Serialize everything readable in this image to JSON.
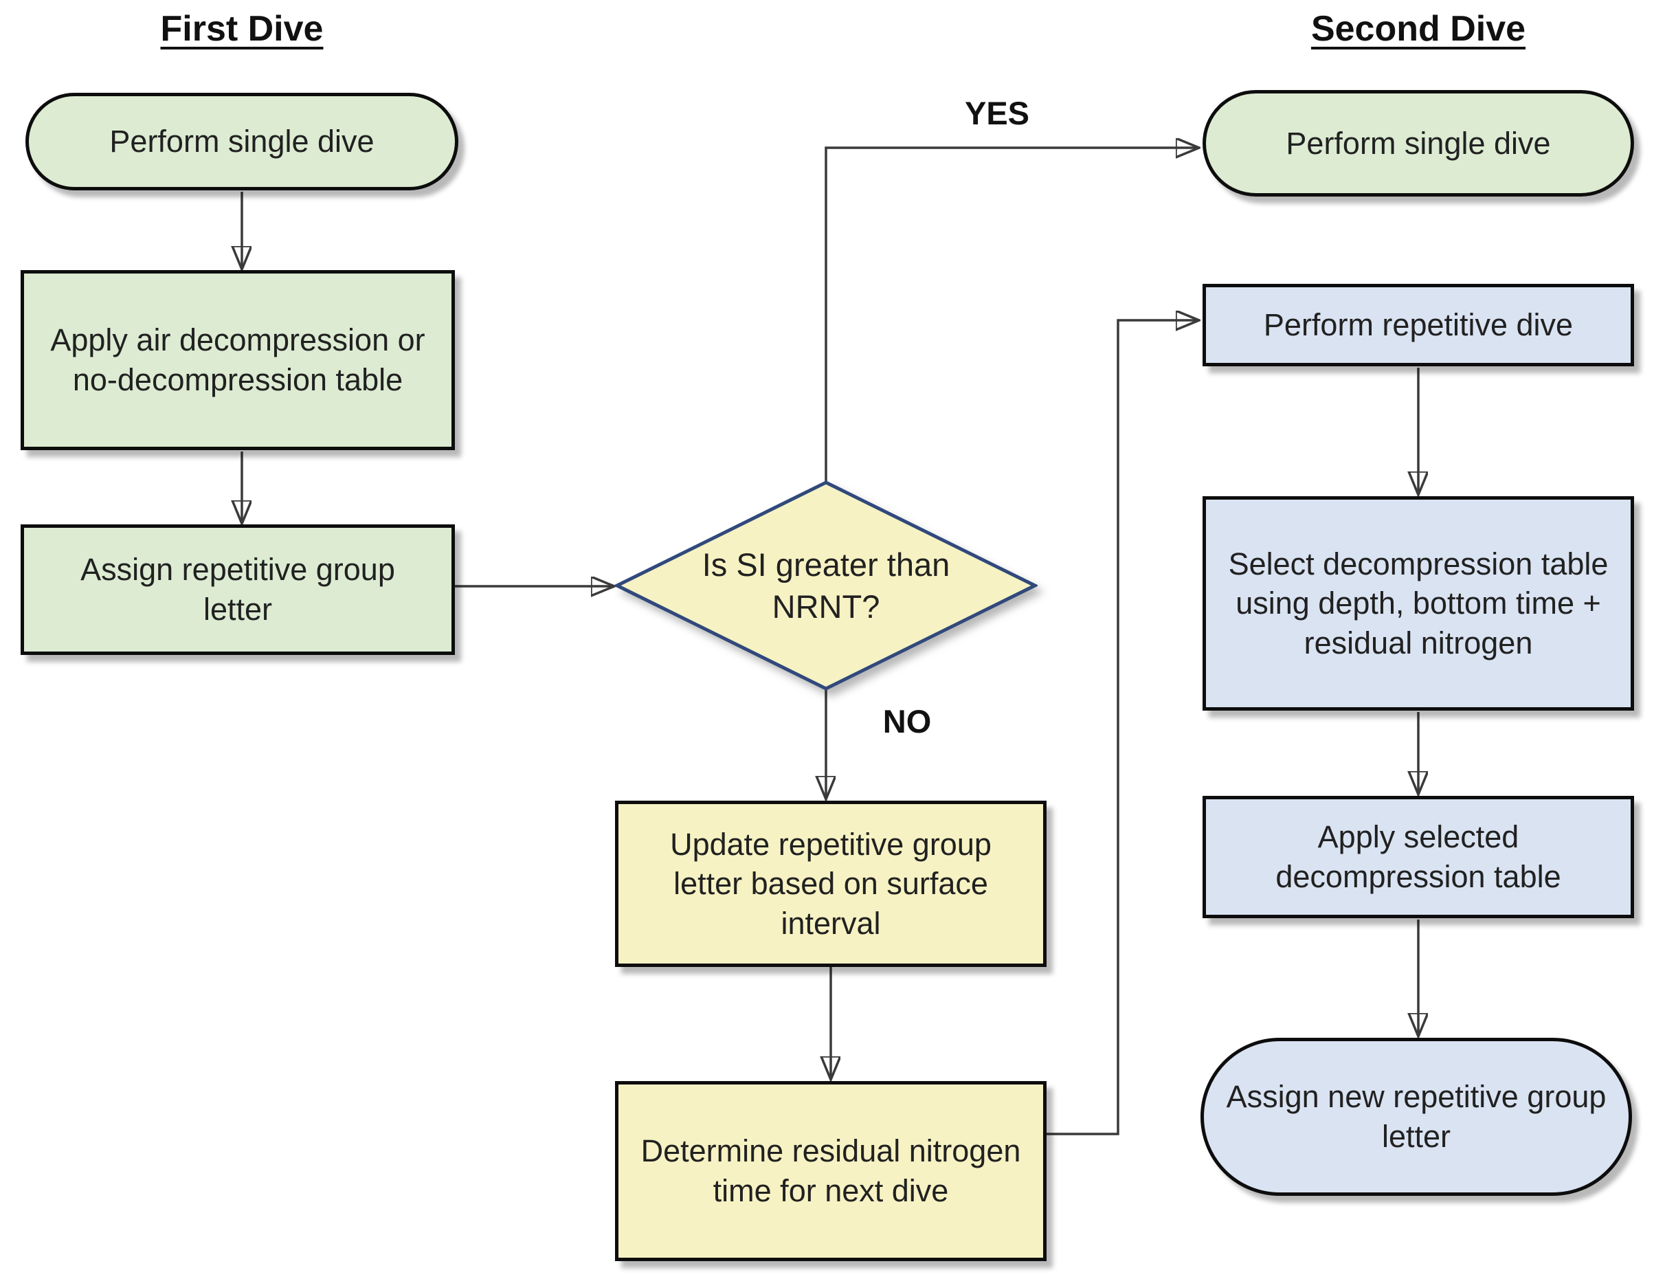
{
  "titles": {
    "first_dive": "First Dive",
    "second_dive": "Second Dive"
  },
  "nodes": {
    "perform_single_dive_first": {
      "label": "Perform single dive",
      "shape": "stadium",
      "color_key": "green"
    },
    "apply_air_decompression": {
      "label": "Apply air decompression or no-decompression table",
      "shape": "rect",
      "color_key": "green"
    },
    "assign_repetitive_group": {
      "label": "Assign repetitive group letter",
      "shape": "rect",
      "color_key": "green"
    },
    "decision_si_nrnt": {
      "label": "Is SI greater than NRNT?",
      "shape": "diamond",
      "color_key": "yellow"
    },
    "update_repetitive_group": {
      "label": "Update repetitive group letter based on surface interval",
      "shape": "rect",
      "color_key": "yellow"
    },
    "determine_residual_nitrogen": {
      "label": "Determine residual nitrogen time for next dive",
      "shape": "rect",
      "color_key": "yellow"
    },
    "perform_single_dive_second": {
      "label": "Perform single dive",
      "shape": "stadium",
      "color_key": "green"
    },
    "perform_repetitive_dive": {
      "label": "Perform repetitive dive",
      "shape": "rect",
      "color_key": "blue"
    },
    "select_decompression_table": {
      "label": "Select decompression table using depth, bottom time + residual nitrogen",
      "shape": "rect",
      "color_key": "blue"
    },
    "apply_selected_table": {
      "label": "Apply selected decompression table",
      "shape": "rect",
      "color_key": "blue"
    },
    "assign_new_repetitive_group": {
      "label": "Assign new repetitive group letter",
      "shape": "stadium",
      "color_key": "blue"
    }
  },
  "edge_labels": {
    "yes": "YES",
    "no": "NO"
  },
  "colors": {
    "green": "#dcebd2",
    "blue": "#dae3f2",
    "yellow": "#f6f2c3",
    "diamond-stroke": "#30497c",
    "box-border": "#0d0d0d",
    "line": "#3a3a3a",
    "text": "#212121",
    "bg": "#ffffff"
  }
}
